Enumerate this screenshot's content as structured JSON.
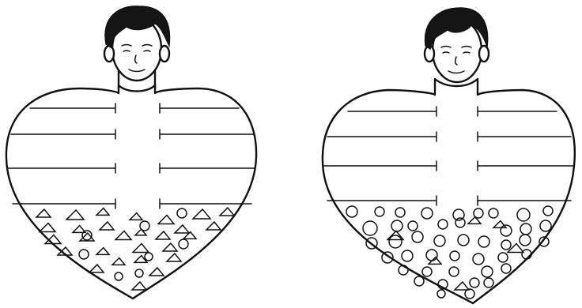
{
  "figures": [
    {
      "id": "left",
      "rows": 4,
      "shapes": "mostly-triangles"
    },
    {
      "id": "right",
      "rows": 4,
      "shapes": "mostly-circles"
    }
  ],
  "colors": {
    "ink": "#111111",
    "hair": "#151515",
    "background": "#ffffff"
  }
}
